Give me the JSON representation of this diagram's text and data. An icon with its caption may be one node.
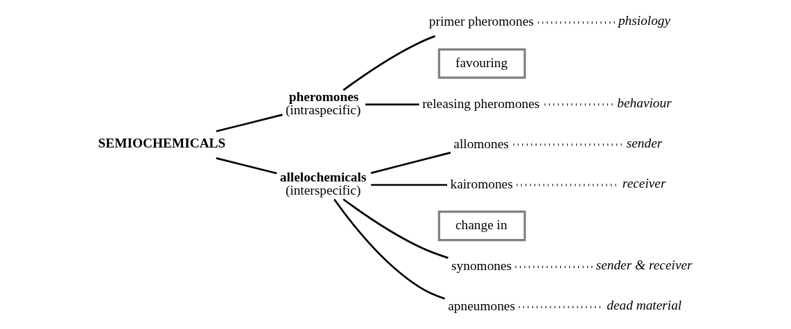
{
  "diagram": {
    "nodes": [
      {
        "text": [
          "SEMIOCHEMICALS"
        ]
      },
      {
        "text": [
          "pheromones",
          "(intraspecific)"
        ]
      },
      {
        "text": [
          "allelochemicals",
          "(interspecific)"
        ]
      },
      {
        "text": [
          "primer pheromones"
        ]
      },
      {
        "text": [
          "releasing pheromones"
        ]
      },
      {
        "text": [
          "allomones"
        ]
      },
      {
        "text": [
          "kairomones"
        ]
      },
      {
        "text": [
          "synomones"
        ]
      },
      {
        "text": [
          "apneumones"
        ]
      },
      {
        "text": [
          "phsiology"
        ]
      },
      {
        "text": [
          "behaviour"
        ]
      },
      {
        "text": [
          "sender"
        ]
      },
      {
        "text": [
          "receiver"
        ]
      },
      {
        "text": [
          "sender & receiver"
        ]
      },
      {
        "text": [
          "dead material"
        ]
      },
      {
        "text": [
          "favouring"
        ]
      },
      {
        "text": [
          "change in"
        ]
      }
    ],
    "edges": [
      {
        "from": 0,
        "to": 1,
        "arrow": "none"
      },
      {
        "from": 0,
        "to": 2,
        "arrow": "none"
      },
      {
        "from": 1,
        "to": 3,
        "arrow": "none"
      },
      {
        "from": 1,
        "to": 4,
        "arrow": "none"
      },
      {
        "from": 2,
        "to": 5,
        "arrow": "none"
      },
      {
        "from": 2,
        "to": 6,
        "arrow": "none"
      },
      {
        "from": 2,
        "to": 7,
        "arrow": "none"
      },
      {
        "from": 2,
        "to": 8,
        "arrow": "none"
      },
      {
        "from": 3,
        "to": 9,
        "arrow": "none",
        "style": "dashed"
      },
      {
        "from": 4,
        "to": 10,
        "arrow": "none",
        "style": "dashed"
      },
      {
        "from": 5,
        "to": 11,
        "arrow": "none",
        "style": "dashed"
      },
      {
        "from": 6,
        "to": 12,
        "arrow": "none",
        "style": "dashed"
      },
      {
        "from": 7,
        "to": 13,
        "arrow": "none",
        "style": "dashed"
      },
      {
        "from": 8,
        "to": 14,
        "arrow": "none",
        "style": "dashed"
      }
    ]
  }
}
